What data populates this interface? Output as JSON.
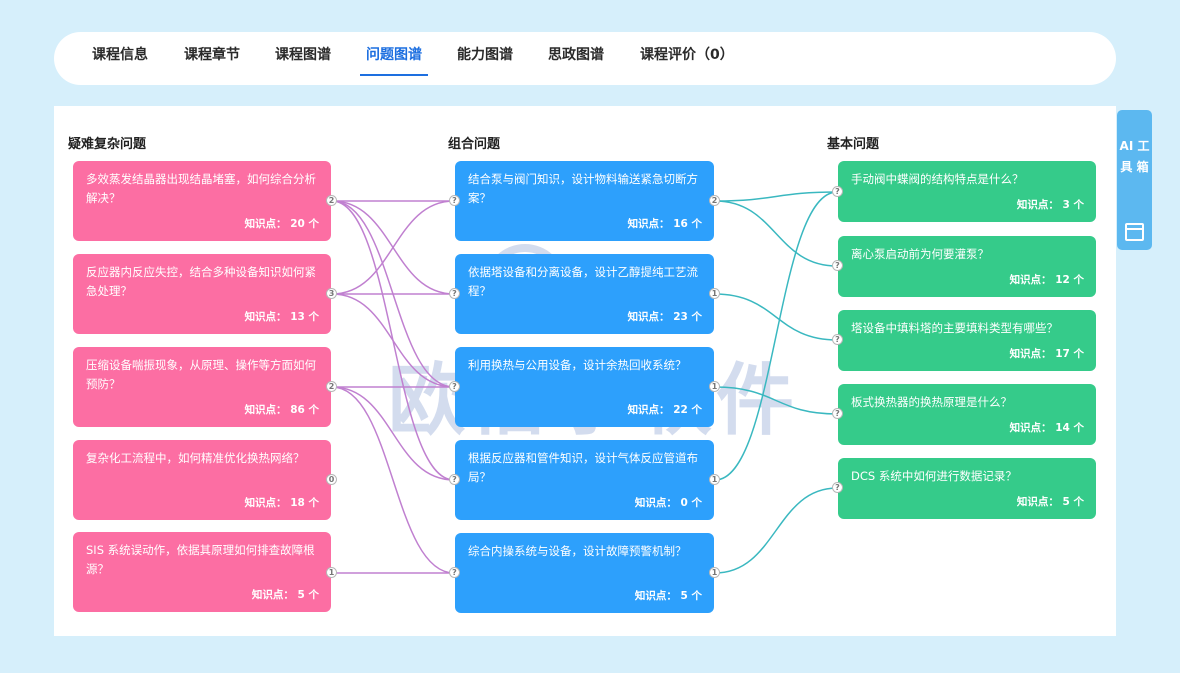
{
  "tabs": [
    {
      "label": "课程信息"
    },
    {
      "label": "课程章节"
    },
    {
      "label": "课程图谱"
    },
    {
      "label": "问题图谱",
      "active": true
    },
    {
      "label": "能力图谱"
    },
    {
      "label": "思政图谱"
    },
    {
      "label": "课程评价（0）"
    }
  ],
  "columns": {
    "complex": {
      "title": "疑难复杂问题",
      "items": [
        {
          "question": "多效蒸发结晶器出现结晶堵塞，如何综合分析解决？",
          "knowledge": "知识点：  20 个",
          "link_count": "2"
        },
        {
          "question": "反应器内反应失控，结合多种设备知识如何紧急处理？",
          "knowledge": "知识点：  13 个",
          "link_count": "3"
        },
        {
          "question": "压缩设备喘振现象，从原理、操作等方面如何预防？",
          "knowledge": "知识点：  86 个",
          "link_count": "2"
        },
        {
          "question": "复杂化工流程中，如何精准优化换热网络？",
          "knowledge": "知识点：  18 个",
          "link_count": "0"
        },
        {
          "question": "SIS 系统误动作，依据其原理如何排查故障根源？",
          "knowledge": "知识点：  5 个",
          "link_count": "1"
        }
      ]
    },
    "combined": {
      "title": "组合问题",
      "items": [
        {
          "question": "结合泵与阀门知识，设计物料输送紧急切断方案？",
          "knowledge": "知识点：  16 个",
          "link_count": "2"
        },
        {
          "question": "依据塔设备和分离设备，设计乙醇提纯工艺流程？",
          "knowledge": "知识点：  23 个",
          "link_count": "1"
        },
        {
          "question": "利用换热与公用设备，设计余热回收系统？",
          "knowledge": "知识点：  22 个",
          "link_count": "1"
        },
        {
          "question": "根据反应器和管件知识，设计气体反应管道布局？",
          "knowledge": "知识点：  0 个",
          "link_count": "1"
        },
        {
          "question": "综合内操系统与设备，设计故障预警机制？",
          "knowledge": "知识点：  5 个",
          "link_count": "1"
        }
      ]
    },
    "basic": {
      "title": "基本问题",
      "items": [
        {
          "question": "手动阀中蝶阀的结构特点是什么？",
          "knowledge": "知识点：  3 个"
        },
        {
          "question": "离心泵启动前为何要灌泵？",
          "knowledge": "知识点：  12 个"
        },
        {
          "question": "塔设备中填料塔的主要填料类型有哪些？",
          "knowledge": "知识点：  17 个"
        },
        {
          "question": "板式换热器的换热原理是什么？",
          "knowledge": "知识点：  14 个"
        },
        {
          "question": "DCS 系统中如何进行数据记录？",
          "knowledge": "知识点：  5 个"
        }
      ]
    }
  },
  "node_unknown_glyph": "?",
  "watermark": {
    "logo": "OBE",
    "text": "欧倍尔软件"
  },
  "ai_tools": {
    "label": "AI 工 具 箱",
    "icon": "toolbox-icon"
  },
  "colors": {
    "complex": "#fc6ea3",
    "combined": "#2da0fc",
    "basic": "#35cb8a",
    "link_complex_combined": "#c080d0",
    "link_combined_basic": "#3ab8c0",
    "tab_active": "#1d6fe0",
    "page_bg": "#d6effb"
  },
  "links": {
    "complex_to_combined": [
      [
        0,
        0
      ],
      [
        0,
        1
      ],
      [
        0,
        2
      ],
      [
        0,
        3
      ],
      [
        1,
        0
      ],
      [
        1,
        1
      ],
      [
        1,
        2
      ],
      [
        2,
        2
      ],
      [
        2,
        3
      ],
      [
        2,
        4
      ],
      [
        4,
        4
      ]
    ],
    "combined_to_basic": [
      [
        0,
        0
      ],
      [
        0,
        1
      ],
      [
        1,
        2
      ],
      [
        2,
        3
      ],
      [
        3,
        0
      ],
      [
        4,
        4
      ]
    ]
  }
}
